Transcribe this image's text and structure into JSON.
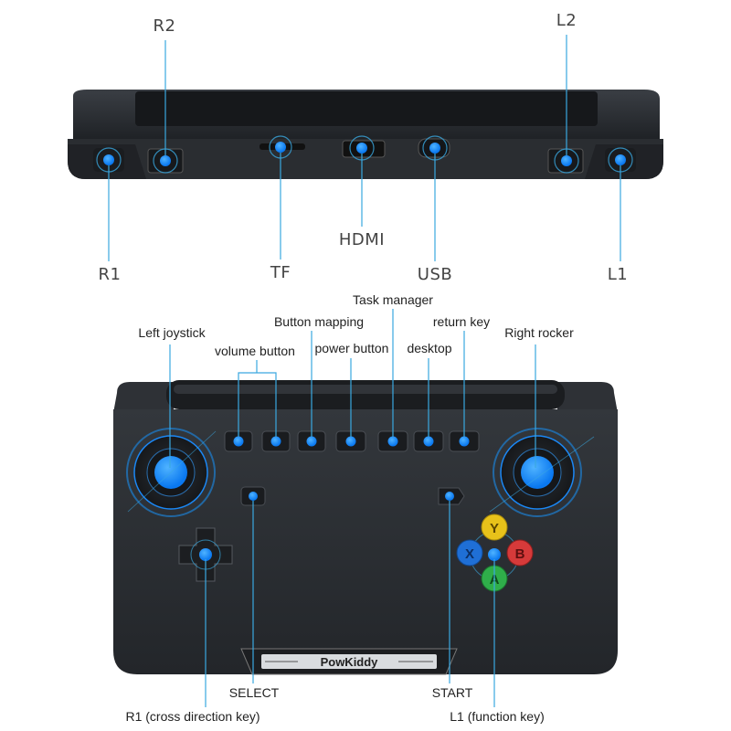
{
  "top_view": {
    "labels": {
      "r2": "R2",
      "l2": "L2",
      "r1": "R1",
      "tf": "TF",
      "hdmi": "HDMI",
      "usb": "USB",
      "l1": "L1"
    }
  },
  "front_view": {
    "labels": {
      "task_manager": "Task manager",
      "button_mapping": "Button mapping",
      "return_key": "return key",
      "left_joystick": "Left joystick",
      "right_rocker": "Right rocker",
      "volume_button": "volume button",
      "power_button": "power button",
      "desktop": "desktop",
      "select": "SELECT",
      "start": "START",
      "r1_cross": "R1 (cross direction key)",
      "l1_function": "L1 (function key)"
    },
    "brand": "PowKiddy",
    "face_buttons": {
      "y": "Y",
      "x": "X",
      "b": "B",
      "a": "A"
    }
  },
  "colors": {
    "accent_blue": "#1a8cff",
    "leader_line": "#3aa8e0",
    "body_dark": "#2a2d32",
    "button_y": "#e8c21a",
    "button_x": "#1f6fd6",
    "button_b": "#d63a3a",
    "button_a": "#2fae4a"
  }
}
